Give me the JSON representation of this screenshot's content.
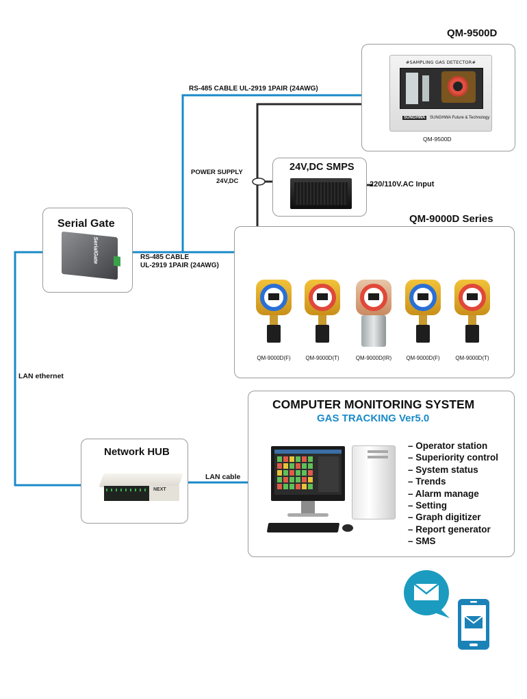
{
  "qm9500d": {
    "title": "QM-9500D",
    "panel_header": "#SAMPLING GAS DETECTOR#",
    "brand": "SUNGHWA Future & Technology",
    "brand_mark": "SUNGHWA",
    "caption": "QM-9500D"
  },
  "smps": {
    "title": "24V,DC SMPS",
    "input_label": "220/110V.AC Input"
  },
  "power_supply": {
    "line1": "POWER SUPPLY",
    "line2": "24V,DC"
  },
  "rs485_top": {
    "label": "RS-485 CABLE UL-2919 1PAIR (24AWG)"
  },
  "rs485_mid": {
    "line1": "RS-485 CABLE",
    "line2": "UL-2919 1PAIR (24AWG)"
  },
  "serial_gate": {
    "title": "Serial Gate",
    "device_text": "SerialGate"
  },
  "qm9000d": {
    "title": "QM-9000D Series",
    "detectors": [
      {
        "label": "QM-9000D(F)",
        "ring": "#2a6fd6"
      },
      {
        "label": "QM-9000D(T)",
        "ring": "#e0483a"
      },
      {
        "label": "QM-9000D(IR)",
        "ring": "#e0483a"
      },
      {
        "label": "QM-9000D(F)",
        "ring": "#2a6fd6"
      },
      {
        "label": "QM-9000D(T)",
        "ring": "#e0483a"
      }
    ]
  },
  "lan_ethernet": "LAN ethernet",
  "lan_cable": "LAN cable",
  "network_hub": {
    "title": "Network HUB",
    "device_text": "NEXT"
  },
  "monitoring": {
    "title": "COMPUTER MONITORING SYSTEM",
    "subtitle": "GAS TRACKING Ver5.0",
    "features": [
      "Operator station",
      "Superiority control",
      "System status",
      "Trends",
      "Alarm manage",
      "Setting",
      "Graph digitizer",
      "Report generator",
      "SMS"
    ]
  },
  "colors": {
    "rs485": "#1a8ac8",
    "power": "#2b2b2b",
    "box_border": "#9a9a9a",
    "subtitle": "#1a8ac8",
    "sms_bubble": "#1b9bc0",
    "phone": "#1b82b8"
  },
  "icons": [
    "mail-bubble-icon",
    "smartphone-mail-icon"
  ]
}
